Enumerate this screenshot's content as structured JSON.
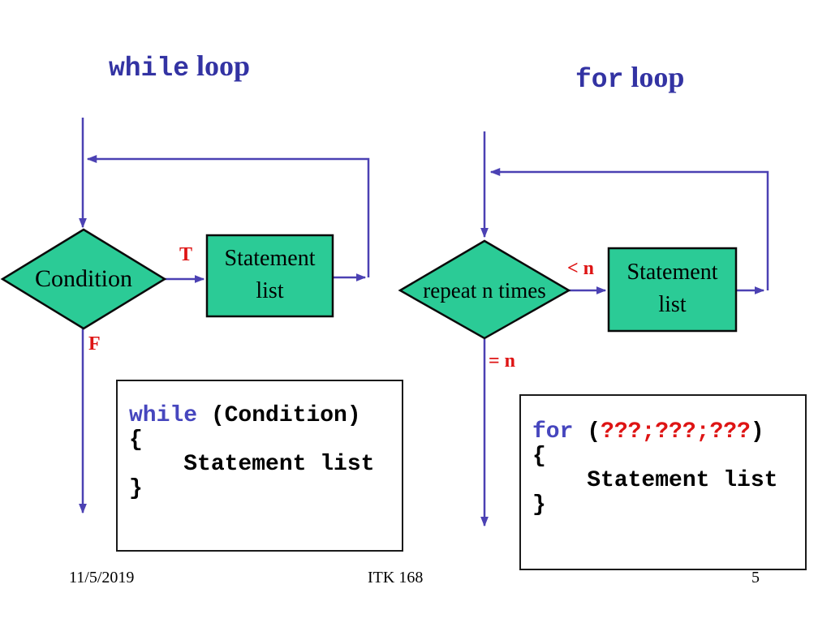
{
  "colors": {
    "shape-green": "#2BCB96",
    "arrow-blue": "#4B41B3",
    "title-blue": "#3333A3",
    "keyword-blue": "#4646BE",
    "label-red": "#DE1414"
  },
  "titles": {
    "while": {
      "keyword": "while",
      "rest": " loop"
    },
    "for": {
      "keyword": "for",
      "rest": " loop"
    }
  },
  "while_chart": {
    "condition": "Condition",
    "true_label": "T",
    "false_label": "F",
    "statement_line1": "Statement",
    "statement_line2": "list"
  },
  "for_chart": {
    "condition": "repeat n times",
    "true_label": "< n",
    "false_label": "= n",
    "statement_line1": "Statement",
    "statement_line2": "list"
  },
  "while_code": {
    "keyword": "while",
    "line1_rest": " (Condition)",
    "line2": "{",
    "line3": "    Statement list",
    "line4": "}"
  },
  "for_code": {
    "keyword": "for",
    "line1_open": " (",
    "line1_placeholders": "???;???;???",
    "line1_close": ")",
    "line2": "{",
    "line3": "    Statement list",
    "line4": "}"
  },
  "footer": {
    "date": "11/5/2019",
    "course": "ITK 168",
    "page": "5"
  }
}
